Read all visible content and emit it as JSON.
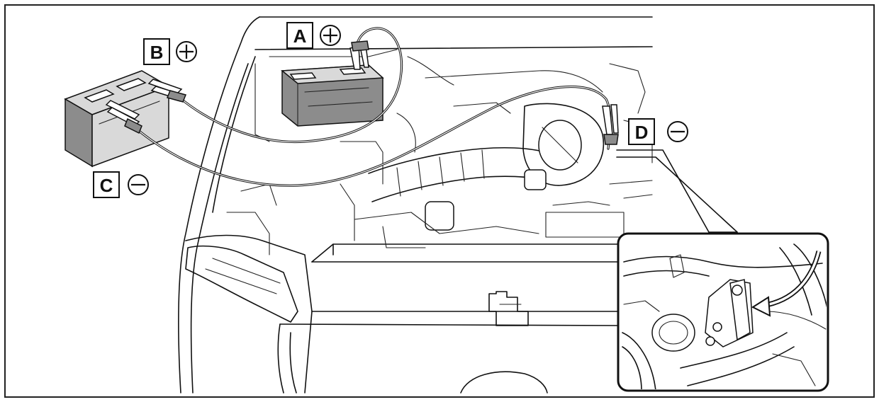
{
  "labels": {
    "A": {
      "letter": "A",
      "polarity": "+"
    },
    "B": {
      "letter": "B",
      "polarity": "+"
    },
    "C": {
      "letter": "C",
      "polarity": "−"
    },
    "D": {
      "letter": "D",
      "polarity": "−"
    }
  },
  "colors": {
    "line": "#111111",
    "battery_fill": "#d9d9d9",
    "battery_dark": "#8c8c8c",
    "background": "#ffffff"
  },
  "icons": [
    "plus-circle-icon",
    "minus-circle-icon"
  ]
}
